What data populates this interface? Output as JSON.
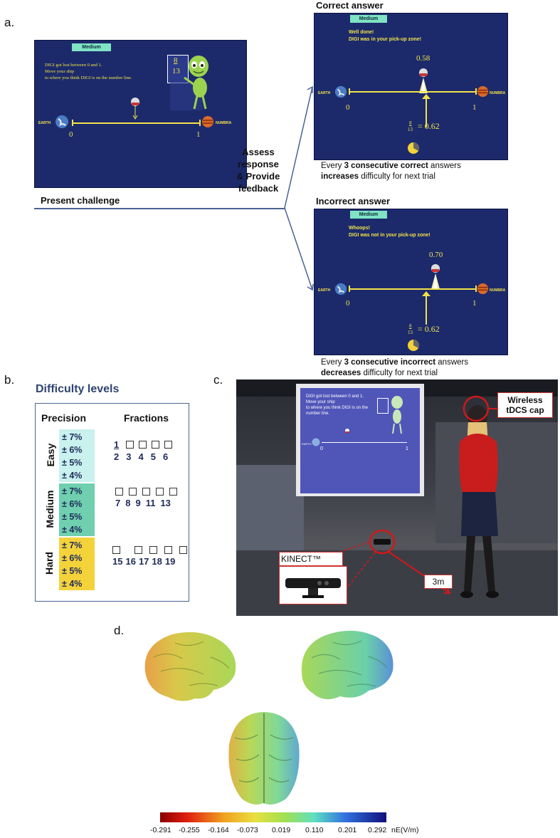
{
  "panel_a": {
    "letter": "a.",
    "present": {
      "difficulty_badge": "Medium",
      "story_lines": [
        "DIGI got lost between 0 and 1.",
        "Move your ship",
        "to where you think DIGI is on the number line."
      ],
      "fraction_num": "8",
      "fraction_den": "13",
      "earth_label": "EARTH",
      "numbra_label": "NUMBRA",
      "zero": "0",
      "one": "1",
      "caption": "Present challenge"
    },
    "flow_label": "Assess response & Provide feedback",
    "correct": {
      "header": "Correct answer",
      "difficulty_badge": "Medium",
      "msg_line1": "Well done!",
      "msg_line2": "DIGI was in your pick-up zone!",
      "ship_value": "0.58",
      "earth_label": "EARTH",
      "numbra_label": "NUMBRA",
      "zero": "0",
      "one": "1",
      "frac_num": "8",
      "frac_den": "13",
      "frac_equals": "= 0.62",
      "cap_pre": "Every ",
      "cap_b1": "3 consecutive correct",
      "cap_mid": " answers",
      "cap_b2": "increases",
      "cap_post": " difficulty for next trial"
    },
    "incorrect": {
      "header": "Incorrect answer",
      "difficulty_badge": "Medium",
      "msg_line1": "Whoops!",
      "msg_line2": "DIGI was not in your pick-up zone!",
      "ship_value": "0.70",
      "earth_label": "EARTH",
      "numbra_label": "NUMBRA",
      "zero": "0",
      "one": "1",
      "frac_num": "8",
      "frac_den": "13",
      "frac_equals": "= 0.62",
      "cap_pre": "Every ",
      "cap_b1": "3 consecutive incorrect",
      "cap_mid": " answers",
      "cap_b2": "decreases",
      "cap_post": " difficulty for next trial"
    }
  },
  "panel_b": {
    "letter": "b.",
    "title": "Difficulty levels",
    "col_precision": "Precision",
    "col_fractions": "Fractions",
    "levels": [
      {
        "name": "Easy",
        "color": "#c9f1ee",
        "precisions": [
          "± 7%",
          "± 6%",
          "± 5%",
          "± 4%"
        ],
        "first_num": "1",
        "denominators": [
          "2",
          "3",
          "4",
          "5",
          "6"
        ]
      },
      {
        "name": "Medium",
        "color": "#6fcfae",
        "precisions": [
          "± 7%",
          "± 6%",
          "± 5%",
          "± 4%"
        ],
        "first_num": "",
        "denominators": [
          "7",
          "8",
          "9",
          "11",
          "13"
        ]
      },
      {
        "name": "Hard",
        "color": "#f4d23a",
        "precisions": [
          "± 7%",
          "± 6%",
          "± 5%",
          "± 4%"
        ],
        "first_num": "",
        "denominators": [
          "15",
          "16",
          "17",
          "18",
          "19"
        ]
      }
    ]
  },
  "panel_c": {
    "letter": "c.",
    "cap_label": "Wireless tDCS cap",
    "kinect_label": "KINECT™",
    "distance_label": "3m",
    "screen_zero": "0",
    "screen_one": "1",
    "screen_earth": "EARTH"
  },
  "panel_d": {
    "letter": "d.",
    "colorbar_ticks": [
      "-0.291",
      "-0.255",
      "-0.164",
      "-0.073",
      "0.019",
      "0.110",
      "0.201",
      "0.292"
    ],
    "colorbar_unit": "nE(V/m)"
  }
}
